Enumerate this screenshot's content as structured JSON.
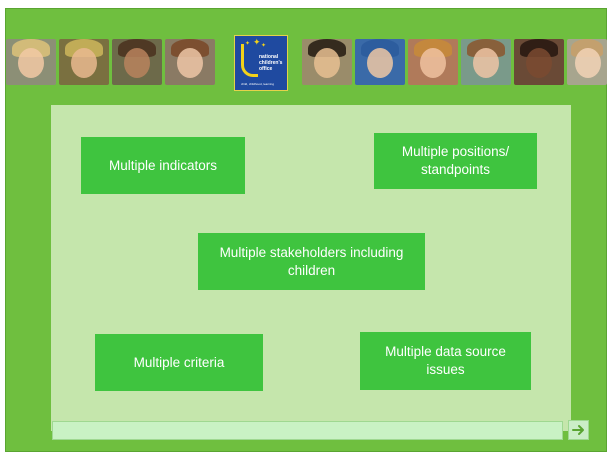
{
  "header": {
    "logo": {
      "name": "national children's office",
      "tagline": "child, childhood, learning"
    },
    "photos_left": [
      "child-photo-1",
      "child-photo-2",
      "child-photo-3",
      "child-photo-4"
    ],
    "photos_right": [
      "child-photo-5",
      "child-photo-6",
      "child-photo-7",
      "child-photo-8",
      "child-photo-9",
      "child-photo-10"
    ]
  },
  "boxes": {
    "indicators": "Multiple indicators",
    "positions": "Multiple positions/ standpoints",
    "stakeholders": "Multiple stakeholders including children",
    "criteria": "Multiple criteria",
    "data_source": "Multiple data source issues"
  },
  "navigation": {
    "next_icon": "arrow-right-icon"
  },
  "colors": {
    "slide_background": "#6fbf3f",
    "panel_background": "#c5e6ac",
    "box_background": "#3fc43f",
    "box_text": "#ffffff",
    "logo_background": "#1f4aa0",
    "logo_accent": "#f2d21a"
  }
}
